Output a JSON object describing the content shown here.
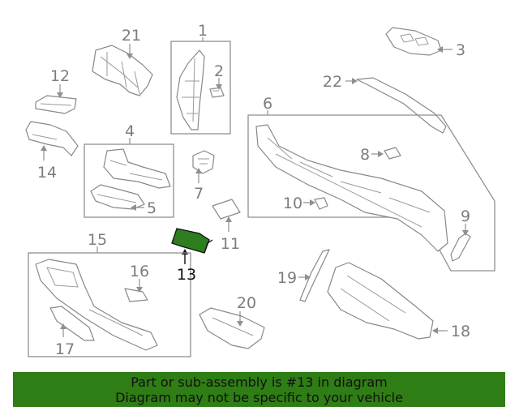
{
  "diagram": {
    "highlighted_part": "13",
    "callouts": [
      "1",
      "2",
      "3",
      "4",
      "5",
      "6",
      "7",
      "8",
      "9",
      "10",
      "11",
      "12",
      "13",
      "14",
      "15",
      "16",
      "17",
      "18",
      "19",
      "20",
      "21",
      "22"
    ],
    "colors": {
      "highlight": "#2e7d1f",
      "banner": "#2f7d15",
      "line": "#8f8f8f"
    }
  },
  "banner": {
    "line1": "Part or sub-assembly is #13 in diagram",
    "line2": "Diagram may not be specific to your vehicle"
  }
}
